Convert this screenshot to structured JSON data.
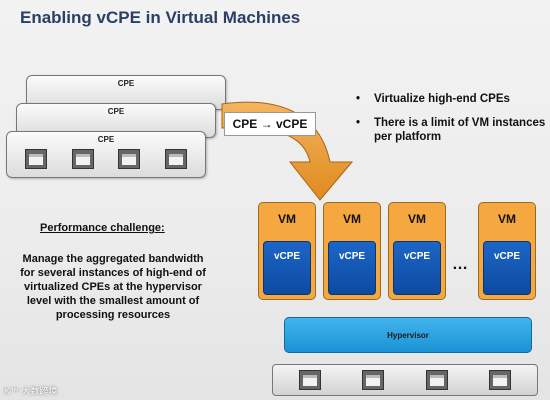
{
  "title": "Enabling vCPE in Virtual Machines",
  "cpe_stack": {
    "labels": [
      "CPE",
      "CPE",
      "CPE"
    ]
  },
  "conversion_label": "CPE → vCPE",
  "bullets": [
    "Virtualize high-end CPEs",
    "There is a limit of VM instances per platform"
  ],
  "performance": {
    "title": "Performance challenge:",
    "body": "Manage the aggregated bandwidth for several instances of high-end of virtualized CPEs at the hypervisor level with the smallest amount of processing resources"
  },
  "vms": [
    {
      "vm": "VM",
      "vcpe": "vCPE"
    },
    {
      "vm": "VM",
      "vcpe": "vCPE"
    },
    {
      "vm": "VM",
      "vcpe": "vCPE"
    },
    {
      "vm": "VM",
      "vcpe": "vCPE"
    }
  ],
  "ellipsis": "…",
  "hypervisor": "Hypervisor",
  "watermark": "K™ 大数跨境",
  "colors": {
    "title": "#2a3f66",
    "vm_orange": "#f5a740",
    "vcpe_blue": "#1560c0",
    "hypervisor_blue": "#2aa3e2",
    "arrow_orange": "#e8952c"
  },
  "icons": {
    "port": "ethernet-port-icon",
    "arrow": "curved-arrow-icon"
  }
}
